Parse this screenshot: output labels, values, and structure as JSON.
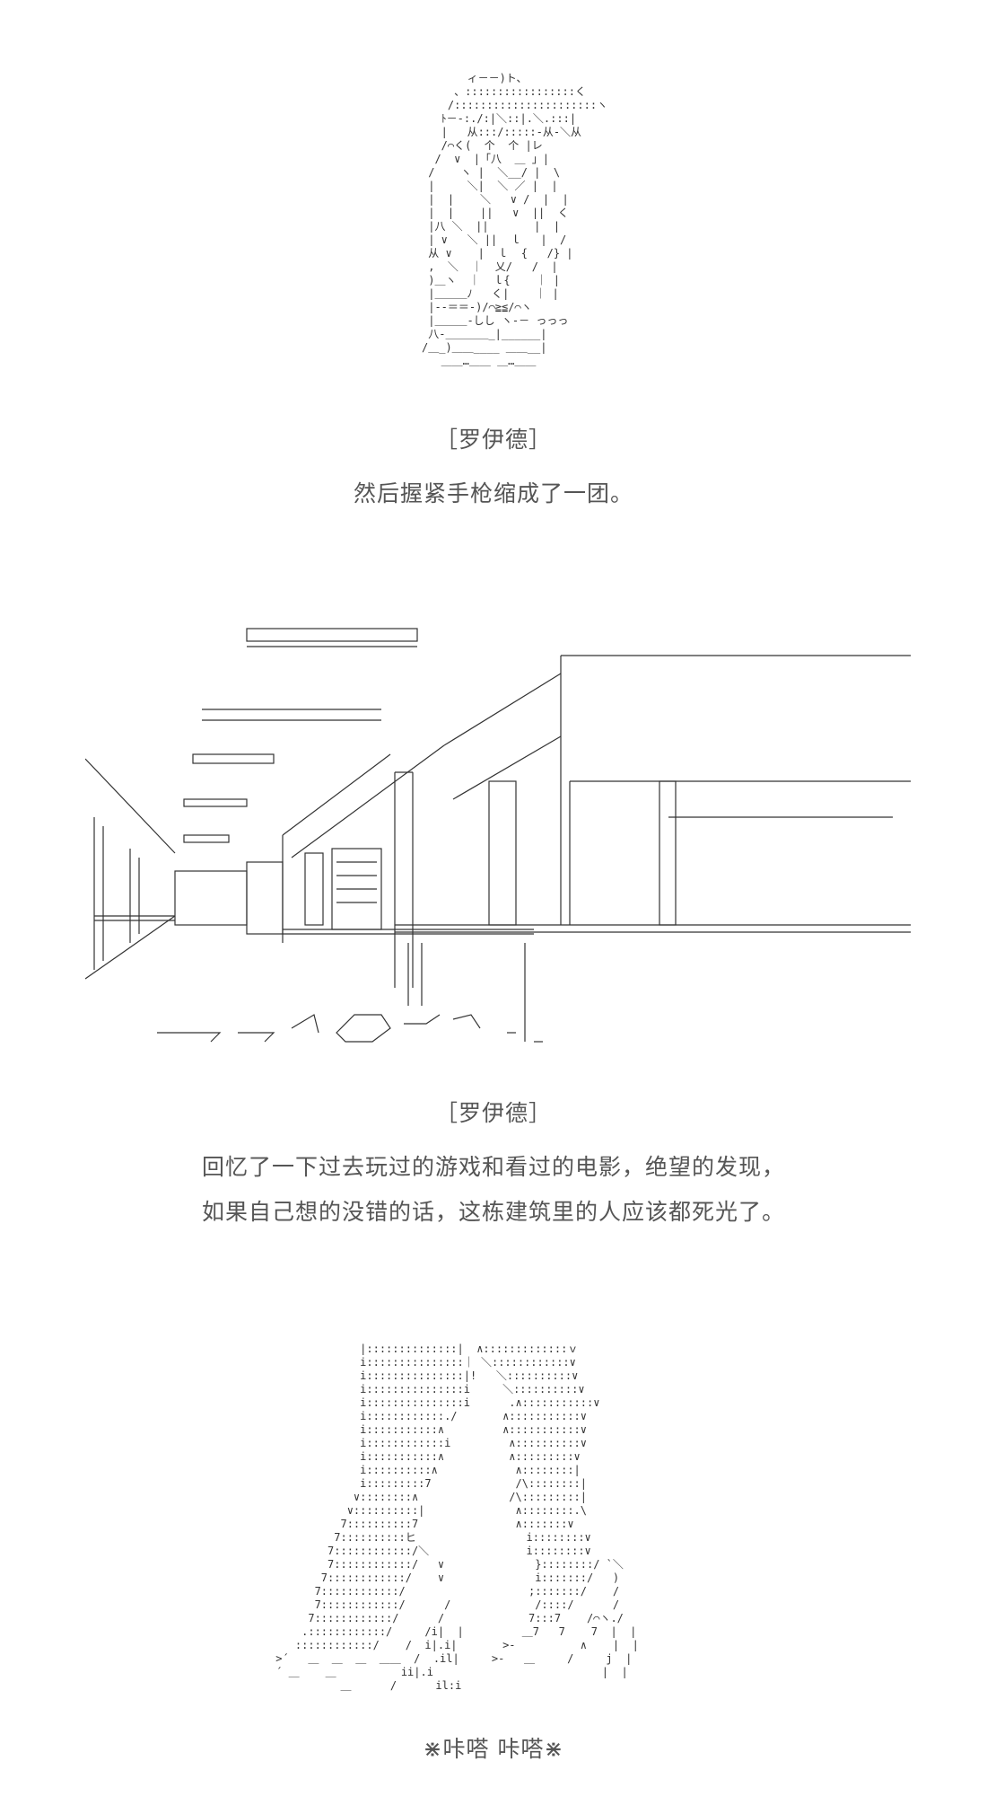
{
  "panels": [
    {
      "speaker": "［罗伊德］",
      "lines": [
        "然后握紧手枪缩成了一团。"
      ]
    },
    {
      "speaker": "［罗伊德］",
      "lines": [
        "回忆了一下过去玩过的游戏和看过的电影，绝望的发现，",
        "如果自己想的没错的话，这栋建筑里的人应该都死光了。"
      ]
    },
    {
      "caption": "⋇咔嗒 咔嗒⋇"
    }
  ]
}
